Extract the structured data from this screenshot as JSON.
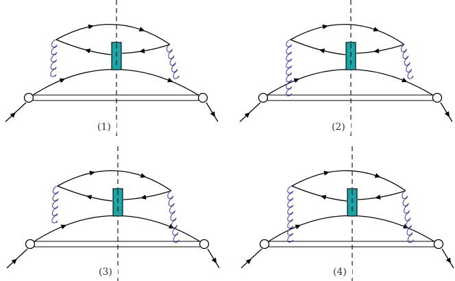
{
  "diagrams": [
    {
      "label": "(1)",
      "left_gluon": "upper",
      "right_gluon": "upper"
    },
    {
      "label": "(2)",
      "left_gluon": "full",
      "right_gluon": "upper"
    },
    {
      "label": "(3)",
      "left_gluon": "upper",
      "right_gluon": "lower"
    },
    {
      "label": "(4)",
      "left_gluon": "full",
      "right_gluon": "lower"
    }
  ],
  "colors": {
    "line": "#000000",
    "gluon": "#4a3fa8",
    "blob": "#1aa6a6",
    "caption": "#333333"
  }
}
